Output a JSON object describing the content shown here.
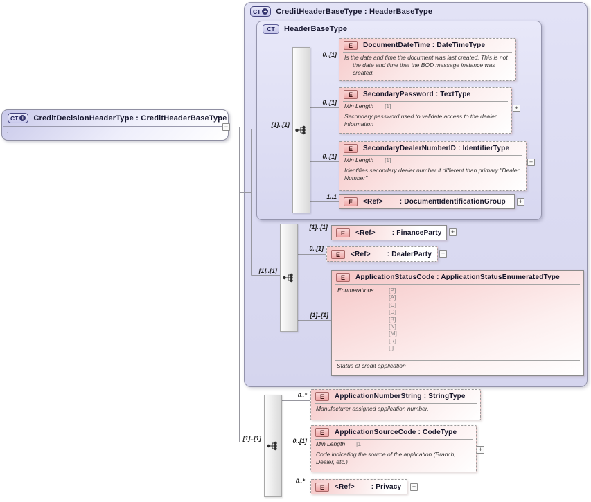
{
  "colors": {
    "container_fill": "#d9d9f0",
    "element_fill": "#f6c9c9",
    "badge_element_border": "#a86868",
    "badge_type_border": "#5c5c96",
    "connector_line": "#97979f",
    "title_text": "#16162e"
  },
  "icons": {
    "collapse": "−",
    "expand": "+",
    "plus_circle": "+",
    "sequence": "sequence-model-group"
  },
  "root_box": {
    "badge": "CT",
    "title": "CreditDecisionHeaderType : CreditHeaderBaseType",
    "body": "."
  },
  "outer_box": {
    "badge": "CT",
    "title": "CreditHeaderBaseType : HeaderBaseType"
  },
  "inner_box": {
    "badge": "CT",
    "title": "HeaderBaseType"
  },
  "group1": {
    "cardinality": "[1]..[1]",
    "children": {
      "documentDateTime": {
        "cardinality": "0..[1]",
        "badge": "E",
        "header": "DocumentDateTime : DateTimeType",
        "annotation": "Is the date and time the document was last created. This is not the date and time that the BOD message instance was created."
      },
      "secondaryPassword": {
        "cardinality": "0..[1]",
        "badge": "E",
        "header": "SecondaryPassword : TextType",
        "facet_label": "Min Length",
        "facet_value": "[1]",
        "annotation": "Secondary password used to validate access to the dealer information"
      },
      "secondaryDealerNumberID": {
        "cardinality": "0..[1]",
        "badge": "E",
        "header": "SecondaryDealerNumberID : IdentifierType",
        "facet_label": "Min Length",
        "facet_value": "[1]",
        "annotation": "Identifies secondary dealer number if different than primary \"Dealer Number\""
      },
      "refDocumentIdentificationGroup": {
        "cardinality": "1..1",
        "badge": "E",
        "ref_label": "<Ref>",
        "ref_type": ": DocumentIdentificationGroup"
      }
    }
  },
  "group2": {
    "cardinality": "[1]..[1]",
    "children": {
      "refFinanceParty": {
        "cardinality": "[1]..[1]",
        "badge": "E",
        "ref_label": "<Ref>",
        "ref_type": ": FinanceParty"
      },
      "refDealerParty": {
        "cardinality": "0..[1]",
        "badge": "E",
        "ref_label": "<Ref>",
        "ref_type": ": DealerParty"
      },
      "applicationStatusCode": {
        "cardinality": "[1]..[1]",
        "badge": "E",
        "header": "ApplicationStatusCode : ApplicationStatusEnumeratedType",
        "facet_label": "Enumerations",
        "enums": [
          "[P]",
          "[A]",
          "[C]",
          "[D]",
          "[B]",
          "[N]",
          "[M]",
          "[R]",
          "[I]",
          "..."
        ],
        "annotation": "Status of credit application"
      }
    }
  },
  "group3": {
    "cardinality": "[1]..[1]",
    "children": {
      "applicationNumberString": {
        "cardinality": "0..*",
        "badge": "E",
        "header": "ApplicationNumberString : StringType",
        "annotation": "Manufacturer assigned appilcation number."
      },
      "applicationSourceCode": {
        "cardinality": "0..[1]",
        "badge": "E",
        "header": "ApplicationSourceCode : CodeType",
        "facet_label": "Min Length",
        "facet_value": "[1]",
        "annotation": "Code indicating the source of the application (Branch, Dealer, etc.)"
      },
      "refPrivacy": {
        "cardinality": "0..*",
        "badge": "E",
        "ref_label": "<Ref>",
        "ref_type": ": Privacy"
      }
    }
  }
}
